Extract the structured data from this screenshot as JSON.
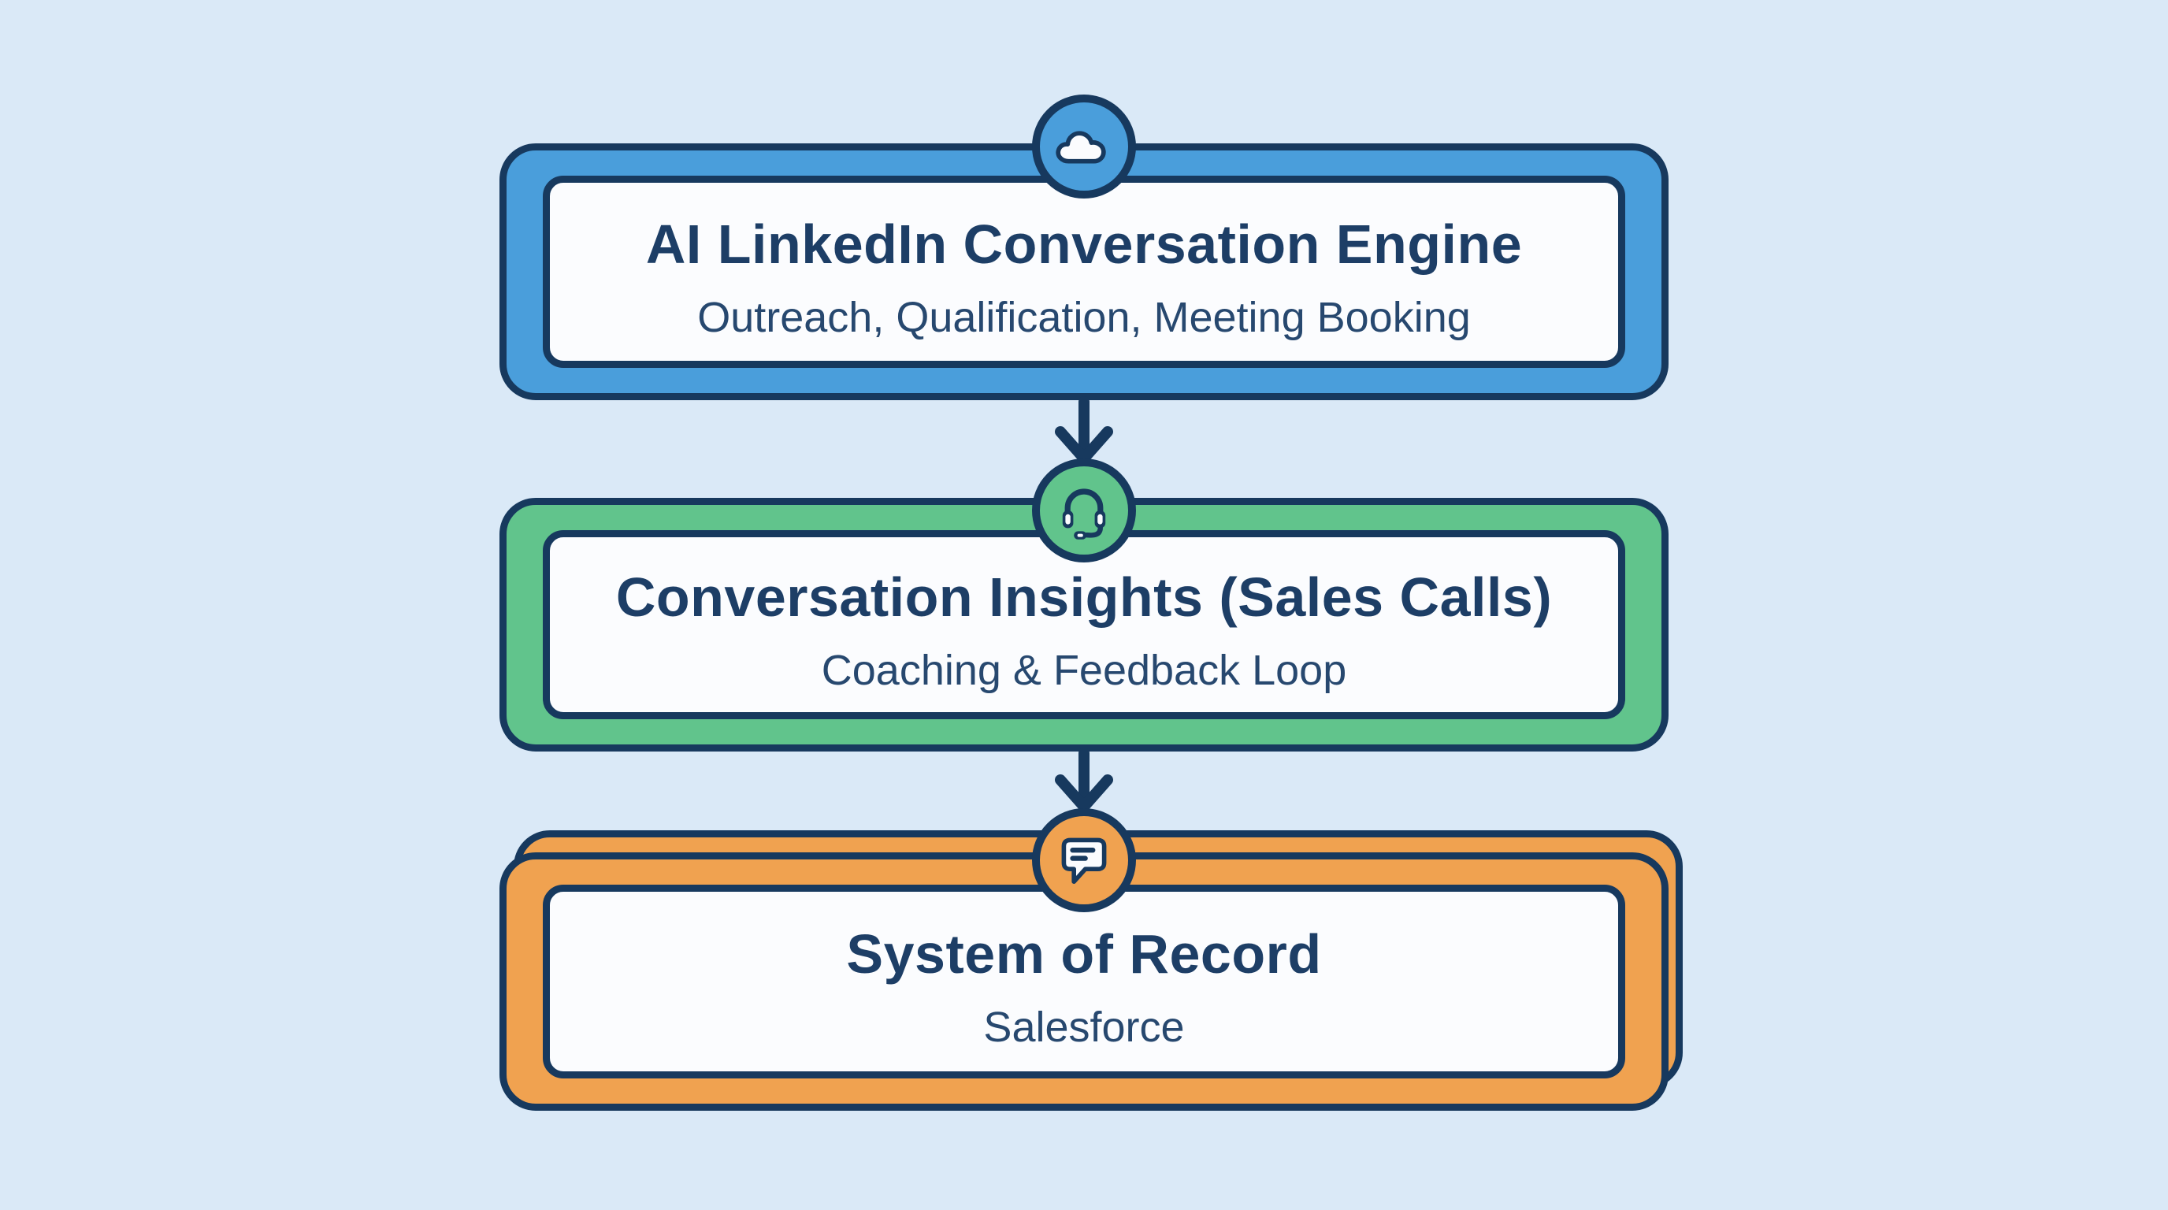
{
  "colors": {
    "background": "#DAE9F7",
    "outline": "#17395E",
    "title_text": "#1D3E66",
    "subtitle_text": "#27486F",
    "paper": "#FBFCFE",
    "accent_blue": "#4A9EDB",
    "accent_green": "#61C48C",
    "accent_orange": "#F0A250"
  },
  "diagram": {
    "boxes": [
      {
        "title": "AI LinkedIn Conversation Engine",
        "subtitle": "Outreach, Qualification, Meeting Booking",
        "icon": "cloud-icon",
        "accent": "#4A9EDB"
      },
      {
        "title": "Conversation Insights (Sales Calls)",
        "subtitle": "Coaching & Feedback Loop",
        "icon": "headset-icon",
        "accent": "#61C48C"
      },
      {
        "title": "System of Record",
        "subtitle": "Salesforce",
        "icon": "chat-bubble-icon",
        "accent": "#F0A250"
      }
    ],
    "connectors": [
      {
        "type": "arrow-down",
        "from": "AI LinkedIn Conversation Engine",
        "to": "Conversation Insights (Sales Calls)"
      },
      {
        "type": "arrow-down",
        "from": "Conversation Insights (Sales Calls)",
        "to": "System of Record"
      }
    ]
  }
}
